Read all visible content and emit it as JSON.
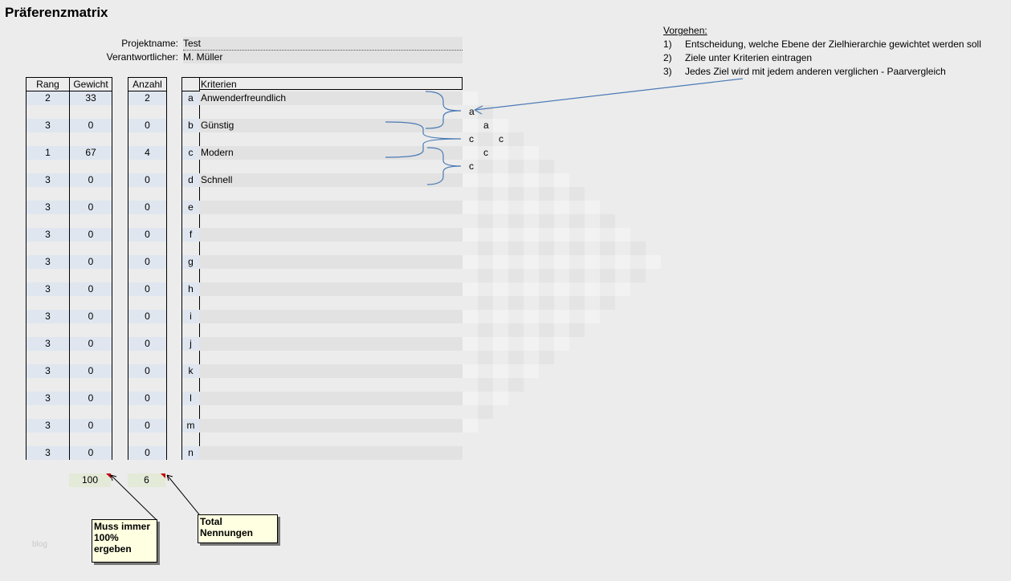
{
  "title": "Präferenzmatrix",
  "meta": {
    "projekt_label": "Projektname:",
    "projekt_value": "Test",
    "verantw_label": "Verantwortlicher:",
    "verantw_value": "M. Müller"
  },
  "headers": {
    "rang": "Rang",
    "gewicht": "Gewicht",
    "anzahl": "Anzahl",
    "kriterien": "Kriterien"
  },
  "rows": [
    {
      "rang": "2",
      "gewicht": "33",
      "anzahl": "2",
      "key": "a",
      "krit": "Anwenderfreundlich"
    },
    {
      "rang": "3",
      "gewicht": "0",
      "anzahl": "0",
      "key": "b",
      "krit": "Günstig"
    },
    {
      "rang": "1",
      "gewicht": "67",
      "anzahl": "4",
      "key": "c",
      "krit": "Modern"
    },
    {
      "rang": "3",
      "gewicht": "0",
      "anzahl": "0",
      "key": "d",
      "krit": "Schnell"
    },
    {
      "rang": "3",
      "gewicht": "0",
      "anzahl": "0",
      "key": "e",
      "krit": ""
    },
    {
      "rang": "3",
      "gewicht": "0",
      "anzahl": "0",
      "key": "f",
      "krit": ""
    },
    {
      "rang": "3",
      "gewicht": "0",
      "anzahl": "0",
      "key": "g",
      "krit": ""
    },
    {
      "rang": "3",
      "gewicht": "0",
      "anzahl": "0",
      "key": "h",
      "krit": ""
    },
    {
      "rang": "3",
      "gewicht": "0",
      "anzahl": "0",
      "key": "i",
      "krit": ""
    },
    {
      "rang": "3",
      "gewicht": "0",
      "anzahl": "0",
      "key": "j",
      "krit": ""
    },
    {
      "rang": "3",
      "gewicht": "0",
      "anzahl": "0",
      "key": "k",
      "krit": ""
    },
    {
      "rang": "3",
      "gewicht": "0",
      "anzahl": "0",
      "key": "l",
      "krit": ""
    },
    {
      "rang": "3",
      "gewicht": "0",
      "anzahl": "0",
      "key": "m",
      "krit": ""
    },
    {
      "rang": "3",
      "gewicht": "0",
      "anzahl": "0",
      "key": "n",
      "krit": ""
    }
  ],
  "matrix_letters": [
    {
      "text": "a",
      "pair": "a-b"
    },
    {
      "text": "a",
      "pair": "a-c"
    },
    {
      "text": "c",
      "pair": "b-c"
    },
    {
      "text": "c",
      "pair": "a-d"
    },
    {
      "text": "c",
      "pair": "b-d"
    },
    {
      "text": "c",
      "pair": "c-d"
    }
  ],
  "sums": {
    "gewicht": "100",
    "anzahl": "6"
  },
  "notes": {
    "muss": "Muss immer 100% ergeben",
    "total": "Total Nennungen"
  },
  "vorgehen": {
    "title": "Vorgehen:",
    "steps": [
      {
        "num": "1)",
        "text": "Entscheidung, welche Ebene der Zielhierarchie gewichtet werden soll"
      },
      {
        "num": "2)",
        "text": "Ziele unter Kriterien eintragen"
      },
      {
        "num": "3)",
        "text": "Jedes Ziel wird mit jedem anderen verglichen - Paarvergleich"
      }
    ]
  },
  "watermark": "blog",
  "colors": {
    "band_blue": "#dfe6ef",
    "band_gray": "#e2e2e2",
    "note_bg": "#ffffe1",
    "sum_bg": "#e3ead8",
    "connector": "#4a7ab5"
  }
}
